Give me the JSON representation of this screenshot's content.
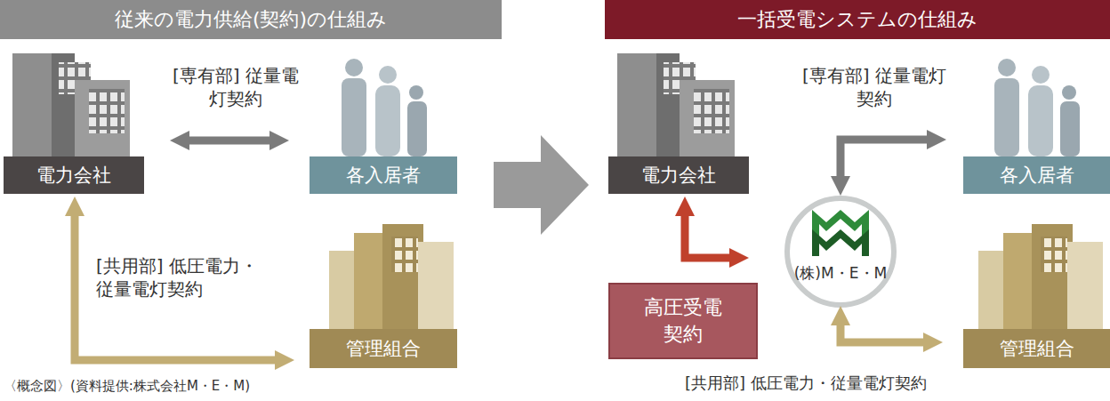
{
  "diagram": {
    "caption": "〈概念図〉(資料提供:株式会社M・E・M)",
    "nodes": [
      {
        "text": [
          "従来の電力供給(契約)の仕組み"
        ]
      },
      {
        "text": [
          "電力会社"
        ]
      },
      {
        "text": [
          "各入居者"
        ]
      },
      {
        "text": [
          "管理組合"
        ]
      },
      {
        "text": [
          "一括受電システムの仕組み"
        ]
      },
      {
        "text": [
          "電力会社"
        ]
      },
      {
        "text": [
          "各入居者"
        ]
      },
      {
        "text": [
          "(株)M・E・M"
        ]
      },
      {
        "text": [
          "高圧受電 契約"
        ]
      },
      {
        "text": [
          "管理組合"
        ]
      }
    ],
    "edges": [
      {
        "from": 1,
        "to": 2,
        "arrow": "both",
        "label": "[専有部] 従量電灯契約"
      },
      {
        "from": 1,
        "to": 3,
        "arrow": "both",
        "label": "[共用部] 低圧電力・ 従量電灯契約"
      },
      {
        "from": 7,
        "to": 6,
        "arrow": "both",
        "label": "[専有部] 従量電灯契約"
      },
      {
        "from": 5,
        "to": 7,
        "arrow": "both"
      },
      {
        "from": 7,
        "to": 9,
        "arrow": "both",
        "label": "[共用部] 低圧電力・従量電灯契約"
      }
    ]
  }
}
